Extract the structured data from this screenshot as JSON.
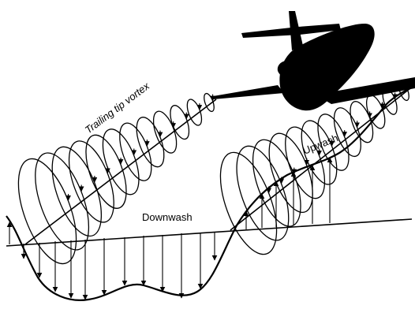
{
  "labels": {
    "trailing_tip_vortex": "Trailing tip vortex",
    "downwash": "Downwash",
    "upwash": "Upwash"
  },
  "icons": {
    "aircraft": "aircraft-silhouette-icon"
  },
  "colors": {
    "ink": "#000000",
    "background": "#ffffff"
  }
}
